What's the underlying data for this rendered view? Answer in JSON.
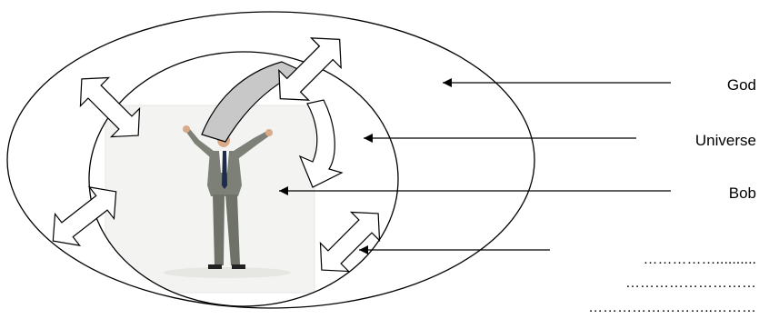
{
  "labels": {
    "god": "God",
    "universe": "Universe",
    "bob": "Bob"
  },
  "blank_lines": [
    "……………..........",
    "………………………",
    "……………………..………"
  ],
  "colors": {
    "stroke": "#000000",
    "arc_fill": "#c8c8c8",
    "arrow_fill": "#ffffff",
    "photo_bg": "#f3f4f2",
    "suit": "#7d8076",
    "suit_dark": "#5f6259",
    "tie": "#1f2b4a",
    "skin": "#d9a98a"
  },
  "icons": {
    "double_arrow": "double-headed-arrow-icon",
    "person": "businessman-arms-raised-icon"
  }
}
